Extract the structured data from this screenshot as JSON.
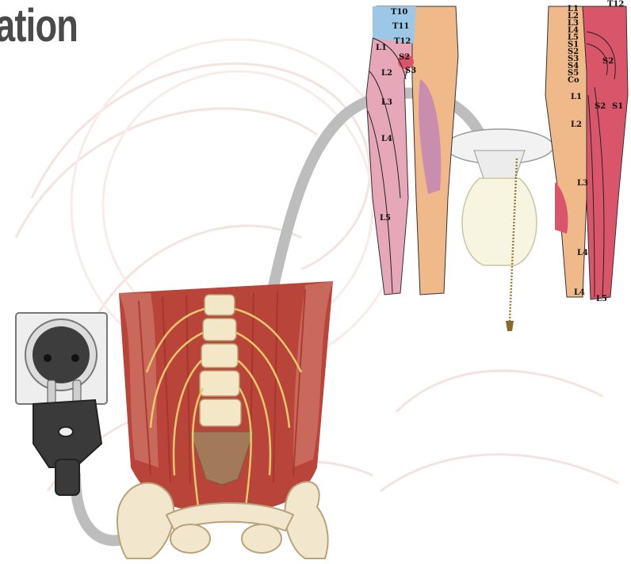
{
  "slide": {
    "title": "ation"
  },
  "dermatome_front_labels": [
    "T10",
    "T11",
    "T12",
    "L1",
    "S2",
    "S3",
    "L2",
    "L3",
    "L4",
    "L5"
  ],
  "dermatome_back_labels": [
    "L1",
    "L2",
    "L3",
    "L4",
    "L5",
    "S1",
    "S2",
    "S3",
    "S4",
    "S5",
    "Co",
    "S2",
    "L1",
    "S2",
    "S1",
    "L2",
    "L3",
    "L4",
    "L4",
    "L5",
    "T12"
  ],
  "colors": {
    "cable": "#bdbdbd",
    "outlet_plate": "#eeeeee",
    "plug": "#3a3a3a",
    "muscle": "#b8443a",
    "nerve": "#e8c86a",
    "dermatome_red": "#d9556a",
    "dermatome_pink": "#e6a7b8",
    "dermatome_blue": "#9cc7e6",
    "skin": "#f0b98a",
    "bulb": "#f7f5e0",
    "socket": "#f2f2f2"
  },
  "icons": [
    "wall-outlet-icon",
    "power-plug-icon",
    "light-bulb-icon",
    "pull-chain-icon"
  ]
}
